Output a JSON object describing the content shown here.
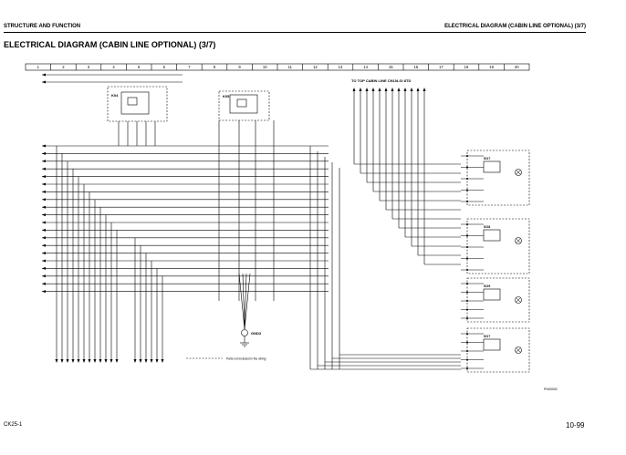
{
  "header": {
    "left": "STRUCTURE AND FUNCTION",
    "right": "ELECTRICAL DIAGRAM (CABIN LINE OPTIONAL) (3/7)"
  },
  "title": "ELECTRICAL DIAGRAM (CABIN LINE  OPTIONAL) (3/7)",
  "grid_numbers": [
    "1",
    "2",
    "3",
    "4",
    "5",
    "6",
    "7",
    "8",
    "9",
    "10",
    "11",
    "12",
    "13",
    "14",
    "15",
    "16",
    "17",
    "18",
    "19",
    "20"
  ],
  "diagram": {
    "relay_left": "K04",
    "relay_right": "K05",
    "connector_heading": "TO TOP CABIN LINE CN10LG/ 8TD",
    "ground_label": "GND3",
    "legend_note": "Parts not included in the wiring",
    "switch_labels": [
      "SO7",
      "SO8",
      "SO9",
      "SO7"
    ]
  },
  "footer": {
    "model": "CK25-1",
    "page": "10-99",
    "ref": "PN00000"
  }
}
